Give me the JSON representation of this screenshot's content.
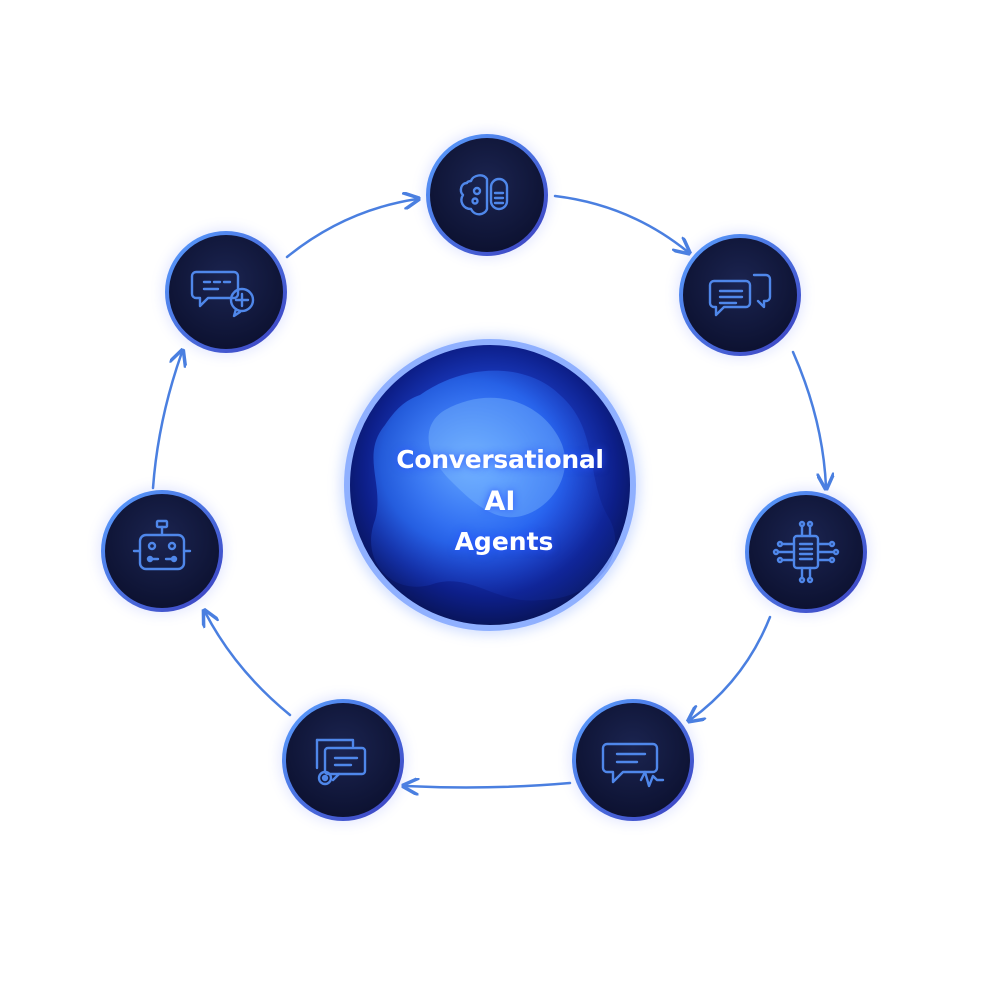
{
  "center": {
    "title_lines": [
      "Conversational",
      "AI",
      "Agents"
    ]
  },
  "nodes": [
    {
      "name": "node-brain-document",
      "icon": "brain-document-icon"
    },
    {
      "name": "node-chat-messages",
      "icon": "chat-bubbles-icon"
    },
    {
      "name": "node-ai-chip",
      "icon": "circuit-chip-icon"
    },
    {
      "name": "node-chat-waveform",
      "icon": "chat-waveform-icon"
    },
    {
      "name": "node-chat-cards",
      "icon": "stacked-chat-icon"
    },
    {
      "name": "node-robot",
      "icon": "robot-icon"
    },
    {
      "name": "node-chat-add",
      "icon": "chat-add-icon"
    }
  ],
  "colors": {
    "node_fill": "#141a3a",
    "node_ring": "#3f63e0",
    "icon_stroke": "#4f87ea",
    "arrow": "#4a7fe0",
    "center_glow": "#2a5cff"
  }
}
